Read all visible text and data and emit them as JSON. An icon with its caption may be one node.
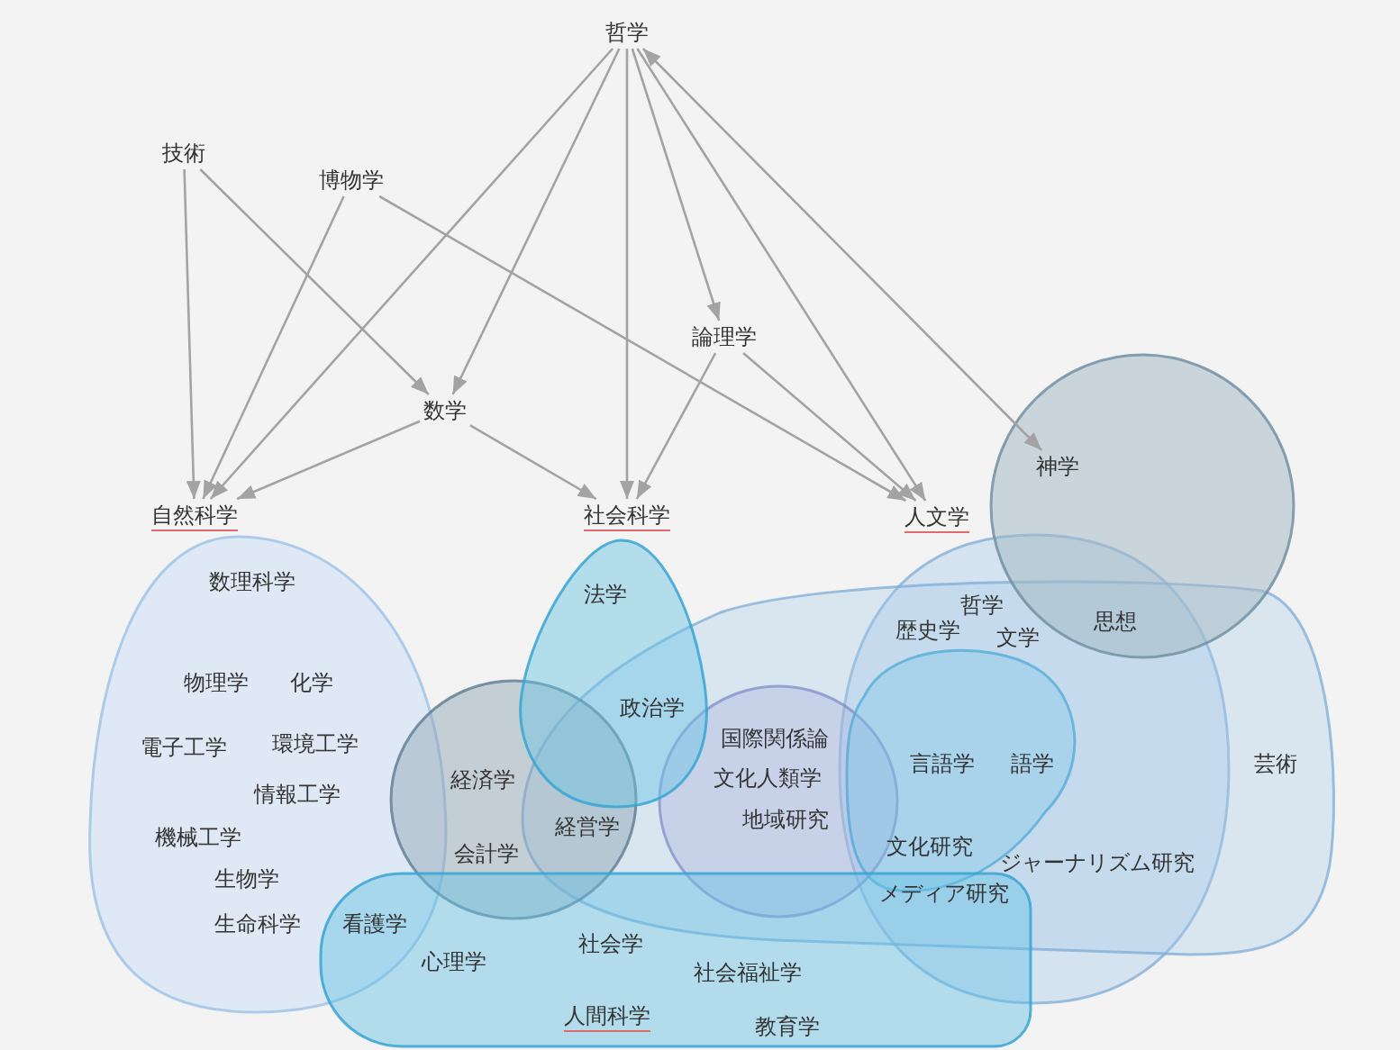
{
  "diagram": {
    "nodes": [
      {
        "text": [
          "哲学"
        ]
      },
      {
        "text": [
          "技術"
        ]
      },
      {
        "text": [
          "博物学"
        ]
      },
      {
        "text": [
          "論理学"
        ]
      },
      {
        "text": [
          "数学"
        ]
      },
      {
        "text": [
          "思想"
        ]
      },
      {
        "text": [
          "神学"
        ],
        "in": 5
      },
      {
        "text": [
          "自然科学"
        ]
      },
      {
        "text": [
          "社会科学"
        ]
      },
      {
        "text": [
          "人文学"
        ]
      },
      {
        "text": [
          "数理科学",
          "物理学",
          "化学",
          "電子工学",
          "環境工学",
          "情報工学",
          "機械工学",
          "生物学",
          "生命科学"
        ]
      },
      {
        "text": [
          "法学",
          "政治学"
        ]
      },
      {
        "text": [
          "哲学",
          "歴史学",
          "文学",
          "ジャーナリズム研究"
        ]
      },
      {
        "text": [
          "芸術"
        ]
      },
      {
        "text": [
          "経済学",
          "経営学",
          "会計学"
        ]
      },
      {
        "text": [
          "国際関係論",
          "文化人類学",
          "地域研究"
        ],
        "in": 13
      },
      {
        "text": [
          "言語学",
          "語学",
          "文化研究"
        ]
      },
      {
        "text": [
          "メディア研究",
          "看護学",
          "社会学",
          "心理学",
          "社会福祉学",
          "人間科学",
          "教育学"
        ]
      }
    ],
    "edges": [
      {
        "from": 0,
        "to": 7,
        "arrow": "to"
      },
      {
        "from": 0,
        "to": 4,
        "arrow": "to"
      },
      {
        "from": 0,
        "to": 8,
        "arrow": "to"
      },
      {
        "from": 0,
        "to": 3,
        "arrow": "to"
      },
      {
        "from": 0,
        "to": 9,
        "arrow": "to"
      },
      {
        "from": 0,
        "to": 6,
        "arrow": "both"
      },
      {
        "from": 1,
        "to": 7,
        "arrow": "to"
      },
      {
        "from": 1,
        "to": 4,
        "arrow": "to"
      },
      {
        "from": 2,
        "to": 7,
        "arrow": "to"
      },
      {
        "from": 2,
        "to": 9,
        "arrow": "to"
      },
      {
        "from": 3,
        "to": 8,
        "arrow": "to"
      },
      {
        "from": 3,
        "to": 9,
        "arrow": "to"
      },
      {
        "from": 4,
        "to": 7,
        "arrow": "to"
      },
      {
        "from": 4,
        "to": 8,
        "arrow": "to"
      }
    ]
  }
}
